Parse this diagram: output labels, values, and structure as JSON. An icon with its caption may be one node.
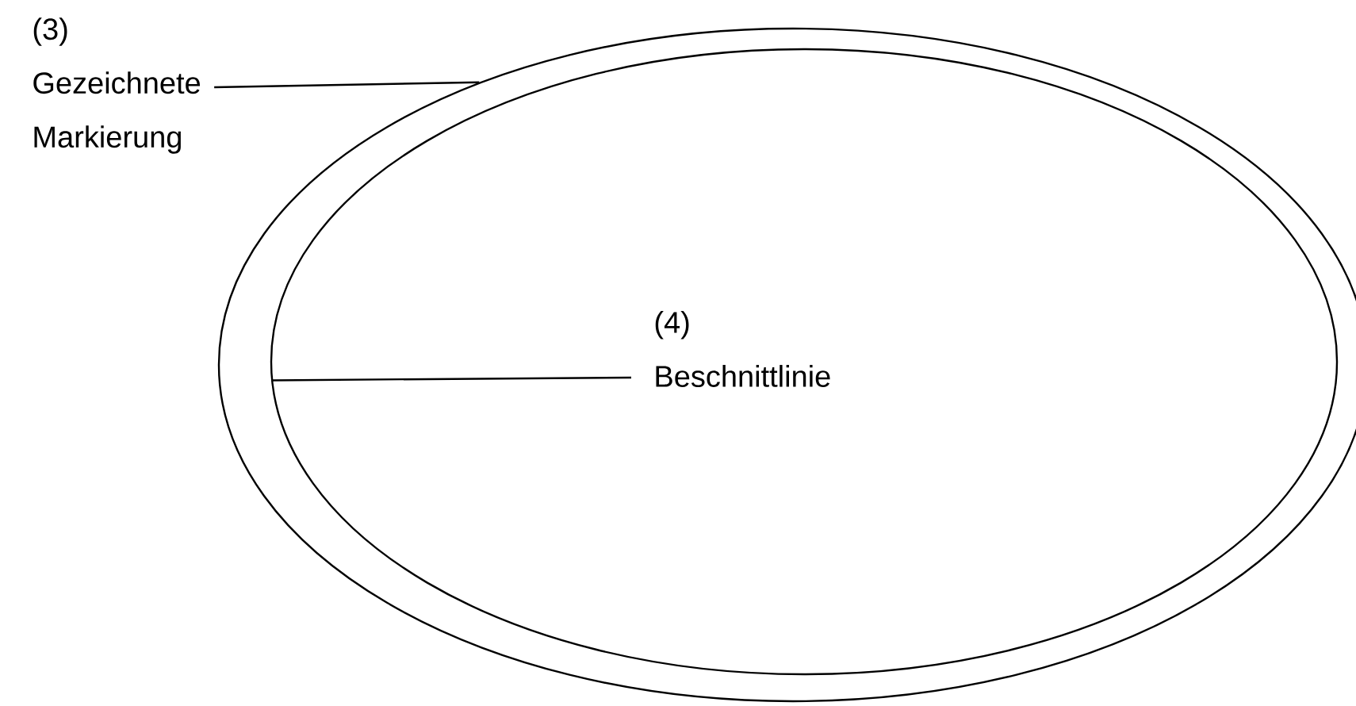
{
  "diagram": {
    "nodes": [
      {
        "text": [
          "(3)",
          "Gezeichnete",
          "Markierung"
        ]
      },
      {
        "text": [],
        "shape": "ellipse"
      },
      {
        "text": [],
        "shape": "ellipse",
        "in": 1
      },
      {
        "text": [
          "(4)",
          "Beschnittlinie"
        ],
        "in": 2
      }
    ],
    "edges": [
      {
        "from": 0,
        "to": 1,
        "arrow": "none"
      },
      {
        "from": 3,
        "to": 2,
        "arrow": "none"
      }
    ]
  }
}
